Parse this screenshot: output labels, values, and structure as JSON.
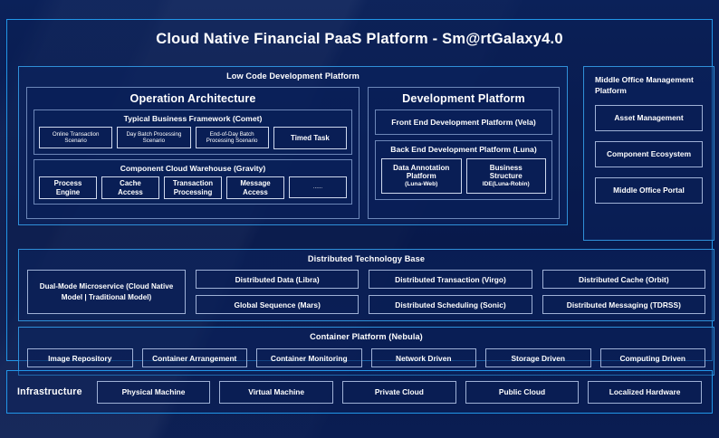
{
  "title": "Cloud Native Financial PaaS Platform - Sm@rtGalaxy4.0",
  "colors": {
    "background": "#0a1f52",
    "outer_border": "#2196e8",
    "panel_border": "#2f8fd8",
    "chip_border": "#cfd9ee",
    "text": "#ffffff"
  },
  "low_code": {
    "title": "Low Code Development Platform",
    "operation": {
      "title": "Operation Architecture",
      "business_framework": {
        "title": "Typical Business Framework (Comet)",
        "items": [
          {
            "line1": "Online Transaction",
            "line2": "Scenario"
          },
          {
            "line1": "Day Batch Processing",
            "line2": "Scenario"
          },
          {
            "line1": "End-of-Day Batch",
            "line2": "Processing Scenario"
          },
          {
            "line1": "Timed Task",
            "line2": ""
          }
        ]
      },
      "cloud_warehouse": {
        "title": "Component Cloud Warehouse (Gravity)",
        "items": [
          {
            "line1": "Process",
            "line2": "Engine"
          },
          {
            "line1": "Cache",
            "line2": "Access"
          },
          {
            "line1": "Transaction",
            "line2": "Processing"
          },
          {
            "line1": "Message",
            "line2": "Access"
          },
          {
            "line1": "......",
            "line2": ""
          }
        ]
      }
    },
    "development": {
      "title": "Development Platform",
      "front_end": "Front End Development Platform (Vela)",
      "back_end": {
        "title": "Back End Development Platform (Luna)",
        "items": [
          {
            "line1": "Data Annotation",
            "line2": "Platform",
            "line3": "(Luna-Web)"
          },
          {
            "line1": "Business",
            "line2": "Structure",
            "line3": "IDE(Luna-Robin)"
          }
        ]
      }
    }
  },
  "middle_office": {
    "title": "Middle Office Management Platform",
    "items": [
      "Asset Management",
      "Component Ecosystem",
      "Middle Office Portal"
    ]
  },
  "distributed_tech_base": {
    "title": "Distributed Technology Base",
    "dual_mode": "Dual-Mode Microservice (Cloud Native Model | Traditional Model)",
    "columns": [
      [
        "Distributed Data (Libra)",
        "Global Sequence (Mars)"
      ],
      [
        "Distributed Transaction (Virgo)",
        "Distributed Scheduling (Sonic)"
      ],
      [
        "Distributed Cache (Orbit)",
        "Distributed Messaging (TDRSS)"
      ]
    ]
  },
  "container_platform": {
    "title": "Container Platform (Nebula)",
    "items": [
      "Image Repository",
      "Container Arrangement",
      "Container Monitoring",
      "Network Driven",
      "Storage Driven",
      "Computing Driven"
    ]
  },
  "infrastructure": {
    "label": "Infrastructure",
    "items": [
      "Physical Machine",
      "Virtual Machine",
      "Private Cloud",
      "Public Cloud",
      "Localized Hardware"
    ]
  }
}
